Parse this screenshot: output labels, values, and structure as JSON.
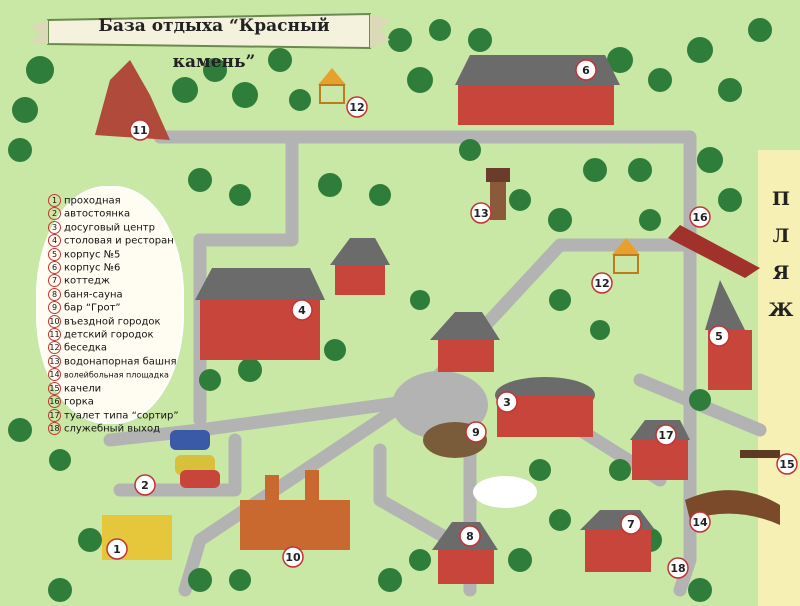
{
  "map": {
    "title": "База отдыха “Красный камень”",
    "beach_label": "ПЛЯЖ",
    "beach_letters": [
      "П",
      "Л",
      "Я",
      "Ж"
    ],
    "colors": {
      "grass": "#c9e7a5",
      "road": "#b3b3b3",
      "beach": "#f6f0b4",
      "building_wall": "#c8453b",
      "roof": "#6b6b6b",
      "tree": "#2f7d3a",
      "marker_border": "#c33333"
    },
    "legend": [
      {
        "num": "1",
        "label": "проходная"
      },
      {
        "num": "2",
        "label": "автостоянка"
      },
      {
        "num": "3",
        "label": "досуговый центр"
      },
      {
        "num": "4",
        "label": "столовая и ресторан"
      },
      {
        "num": "5",
        "label": "корпус №5"
      },
      {
        "num": "6",
        "label": "корпус №6"
      },
      {
        "num": "7",
        "label": "коттедж"
      },
      {
        "num": "8",
        "label": "баня-сауна"
      },
      {
        "num": "9",
        "label": "бар “Грот”"
      },
      {
        "num": "10",
        "label": "въездной городок"
      },
      {
        "num": "11",
        "label": "детский городок"
      },
      {
        "num": "12",
        "label": "беседка"
      },
      {
        "num": "13",
        "label": "водонапорная башня"
      },
      {
        "num": "14",
        "label": "волейбольная площадка"
      },
      {
        "num": "15",
        "label": "качели"
      },
      {
        "num": "16",
        "label": "горка"
      },
      {
        "num": "17",
        "label": "туалет типа “сортир”"
      },
      {
        "num": "18",
        "label": "служебный выход"
      }
    ],
    "markers": [
      "1",
      "2",
      "3",
      "4",
      "5",
      "6",
      "7",
      "8",
      "9",
      "10",
      "11",
      "12",
      "12",
      "13",
      "14",
      "15",
      "16",
      "17",
      "18"
    ]
  }
}
